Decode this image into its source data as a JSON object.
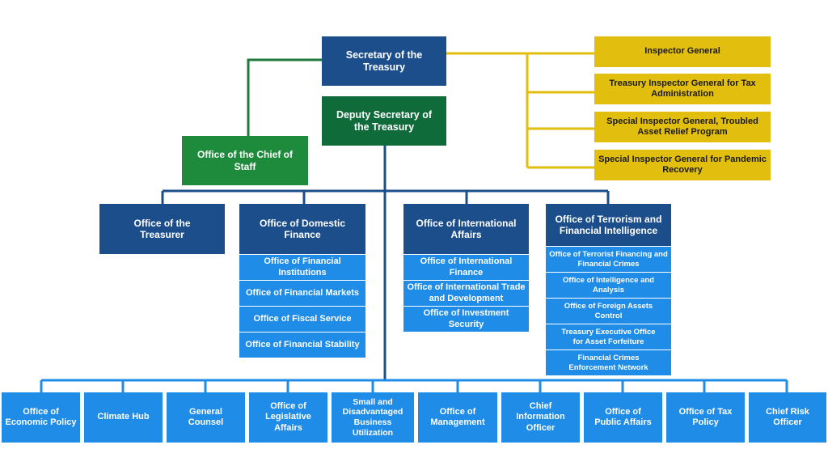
{
  "top": {
    "secretary": "Secretary of the Treasury",
    "deputy": "Deputy Secretary of the Treasury",
    "chief_of_staff": "Office of the Chief of Staff"
  },
  "inspectors": [
    "Inspector General",
    "Treasury Inspector General for Tax Administration",
    "Special Inspector General, Troubled Asset Relief Program",
    "Special Inspector General for Pandemic Recovery"
  ],
  "treasurer": "Office of the Treasurer",
  "domestic": {
    "title": "Office of Domestic Finance",
    "items": [
      "Office of Financial Institutions",
      "Office of Financial Markets",
      "Office of Fiscal Service",
      "Office of Financial Stability"
    ]
  },
  "international": {
    "title": "Office of International Affairs",
    "items": [
      "Office of International Finance",
      "Office of International Trade and Development",
      "Office of Investment Security"
    ]
  },
  "terrorism": {
    "title": "Office of Terrorism and Financial Intelligence",
    "items": [
      "Office of Terrorist Financing and Financial Crimes",
      "Office of Intelligence and Analysis",
      "Office of Foreign Assets Control",
      "Treasury Executive Office for Asset Forfeiture",
      "Financial Crimes Enforcement Network"
    ]
  },
  "bottom": [
    "Office of Economic Policy",
    "Climate Hub",
    "General Counsel",
    "Office of Legislative Affairs",
    "Small and Disadvantaged Business Utilization",
    "Office of Management",
    "Chief Information Officer",
    "Office of Public Affairs",
    "Office of Tax Policy",
    "Chief Risk Officer"
  ],
  "colors": {
    "dark_blue": "#1c4e8c",
    "deputy_green": "#0f6b39",
    "staff_green": "#1e8a3c",
    "gold": "#e2be0f",
    "light_blue": "#1f8ce8"
  }
}
